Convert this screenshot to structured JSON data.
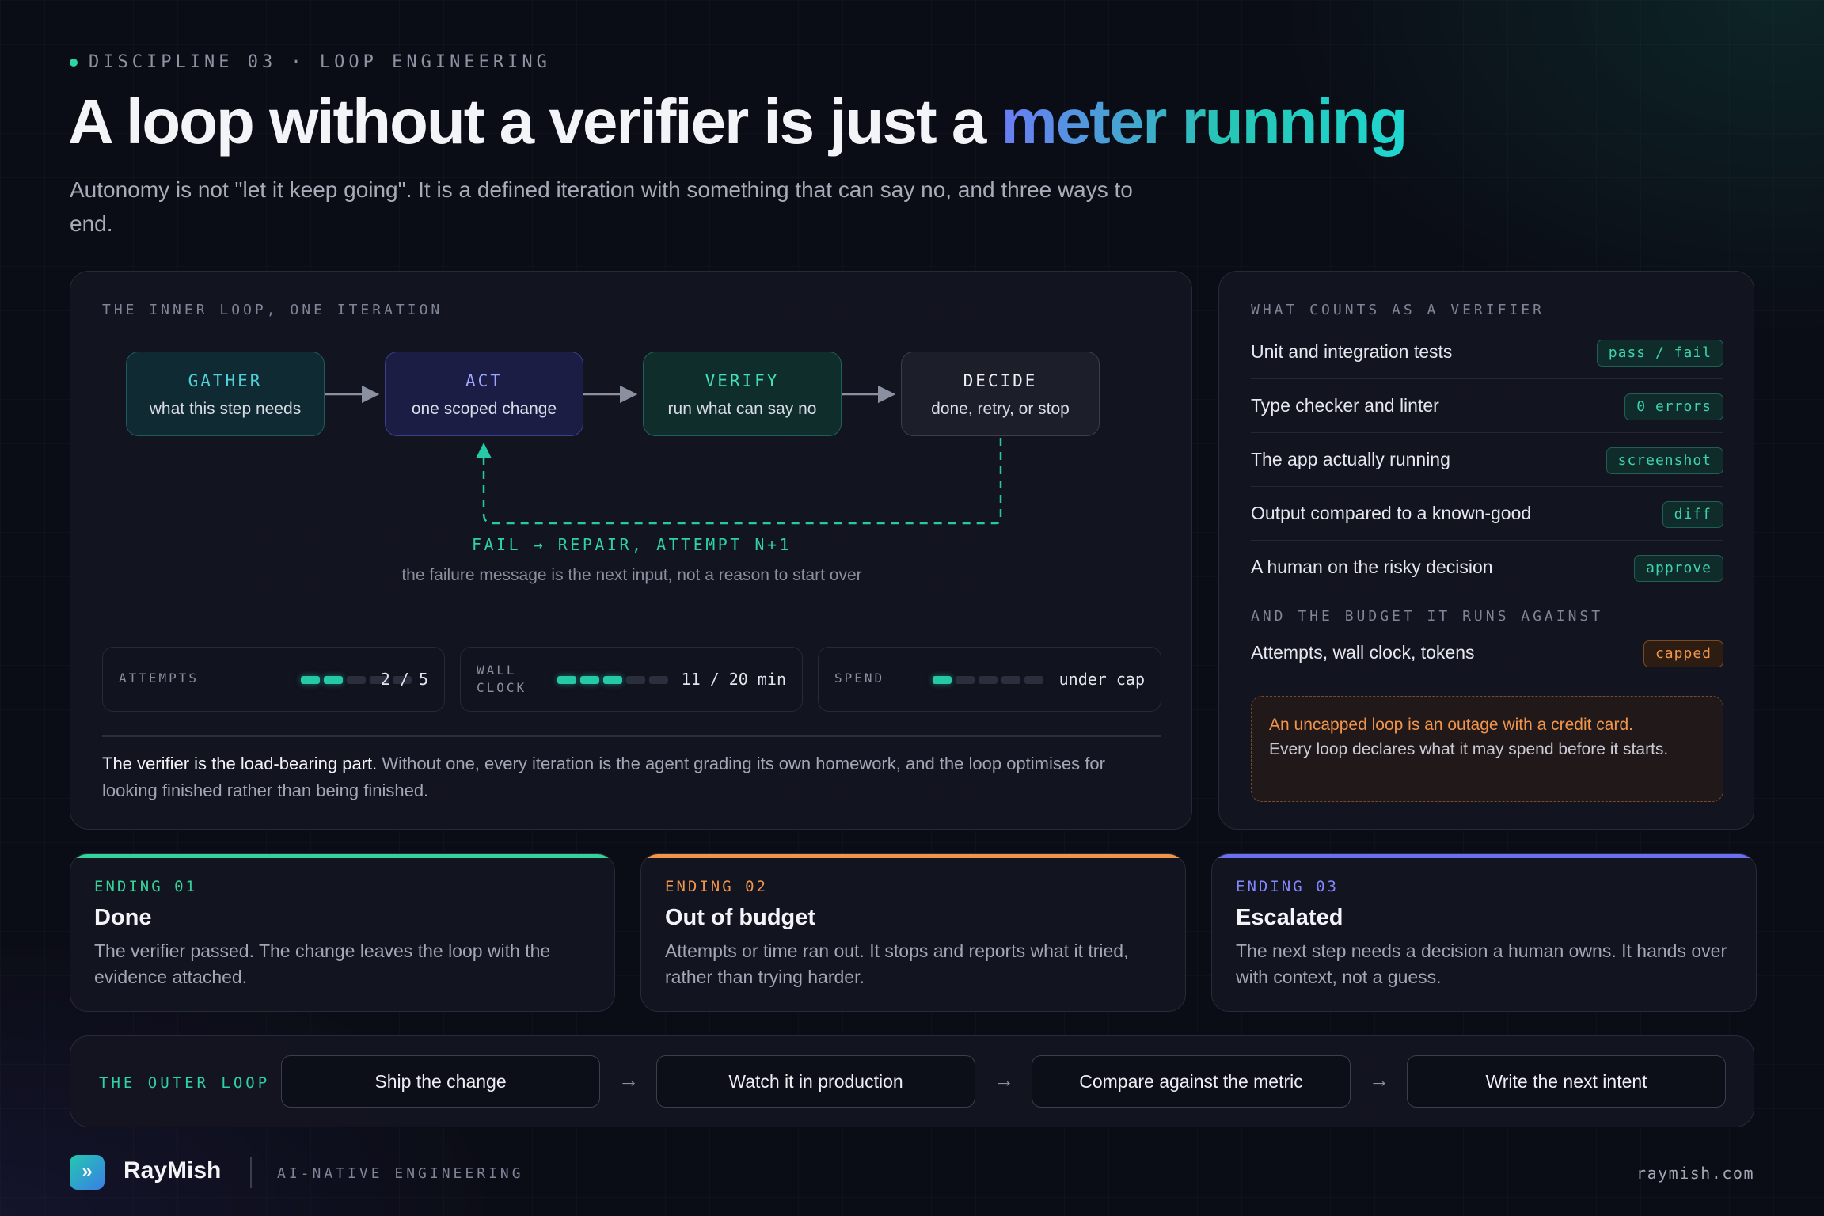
{
  "header": {
    "eyebrow": "DISCIPLINE 03 · LOOP ENGINEERING",
    "title_main": "A loop without a verifier is just a ",
    "title_accent": "meter running",
    "subtitle": "Autonomy is not \"let it keep going\". It is a defined iteration with something that can say no, and three ways to end."
  },
  "inner_loop": {
    "label": "THE INNER LOOP, ONE ITERATION",
    "steps": [
      {
        "title": "GATHER",
        "desc": "what this step needs"
      },
      {
        "title": "ACT",
        "desc": "one scoped change"
      },
      {
        "title": "VERIFY",
        "desc": "run what can say no"
      },
      {
        "title": "DECIDE",
        "desc": "done, retry, or stop"
      }
    ],
    "fail_title": "FAIL → REPAIR, ATTEMPT N+1",
    "fail_sub": "the failure message is the next input, not a reason to start over",
    "meters": [
      {
        "label": "ATTEMPTS",
        "value": "2 / 5",
        "filled": 2,
        "total": 5
      },
      {
        "label_line1": "WALL",
        "label_line2": "CLOCK",
        "value": "11 / 20 min",
        "filled": 3,
        "total": 5
      },
      {
        "label": "SPEND",
        "value": "under cap",
        "filled": 1,
        "total": 5
      }
    ],
    "note_strong": "The verifier is the load-bearing part.",
    "note_rest": " Without one, every iteration is the agent grading its own homework, and the loop optimises for looking finished rather than being finished."
  },
  "verifiers": {
    "label": "WHAT COUNTS AS A VERIFIER",
    "rows": [
      {
        "text": "Unit and integration tests",
        "tag": "pass / fail"
      },
      {
        "text": "Type checker and linter",
        "tag": "0 errors"
      },
      {
        "text": "The app actually running",
        "tag": "screenshot"
      },
      {
        "text": "Output compared to a known-good",
        "tag": "diff"
      },
      {
        "text": "A human on the risky decision",
        "tag": "approve"
      }
    ],
    "budget_label": "AND THE BUDGET IT RUNS AGAINST",
    "budget_text": "Attempts, wall clock, tokens",
    "budget_tag": "capped",
    "warn_line1": "An uncapped loop is an outage with a credit card.",
    "warn_line2": "Every loop declares what it may spend before it starts."
  },
  "endings": [
    {
      "num": "ENDING 01",
      "title": "Done",
      "desc": "The verifier passed. The change leaves the loop with the evidence attached."
    },
    {
      "num": "ENDING 02",
      "title": "Out of budget",
      "desc": "Attempts or time ran out. It stops and reports what it tried, rather than trying harder."
    },
    {
      "num": "ENDING 03",
      "title": "Escalated",
      "desc": "The next step needs a decision a human owns. It hands over with context, not a guess."
    }
  ],
  "outer_loop": {
    "label": "THE OUTER LOOP",
    "steps": [
      "Ship the change",
      "Watch it in production",
      "Compare against the metric",
      "Write the next intent"
    ],
    "arrow": "→"
  },
  "footer": {
    "logo_glyph": "»",
    "brand": "RayMish",
    "tagline": "AI-NATIVE ENGINEERING",
    "site": "raymish.com"
  },
  "colors": {
    "background": "#0b0d16",
    "teal_accent": "#2fd1a8",
    "orange_accent": "#f0954a",
    "indigo_accent": "#6d6ff0",
    "green_accent": "#34d399"
  }
}
